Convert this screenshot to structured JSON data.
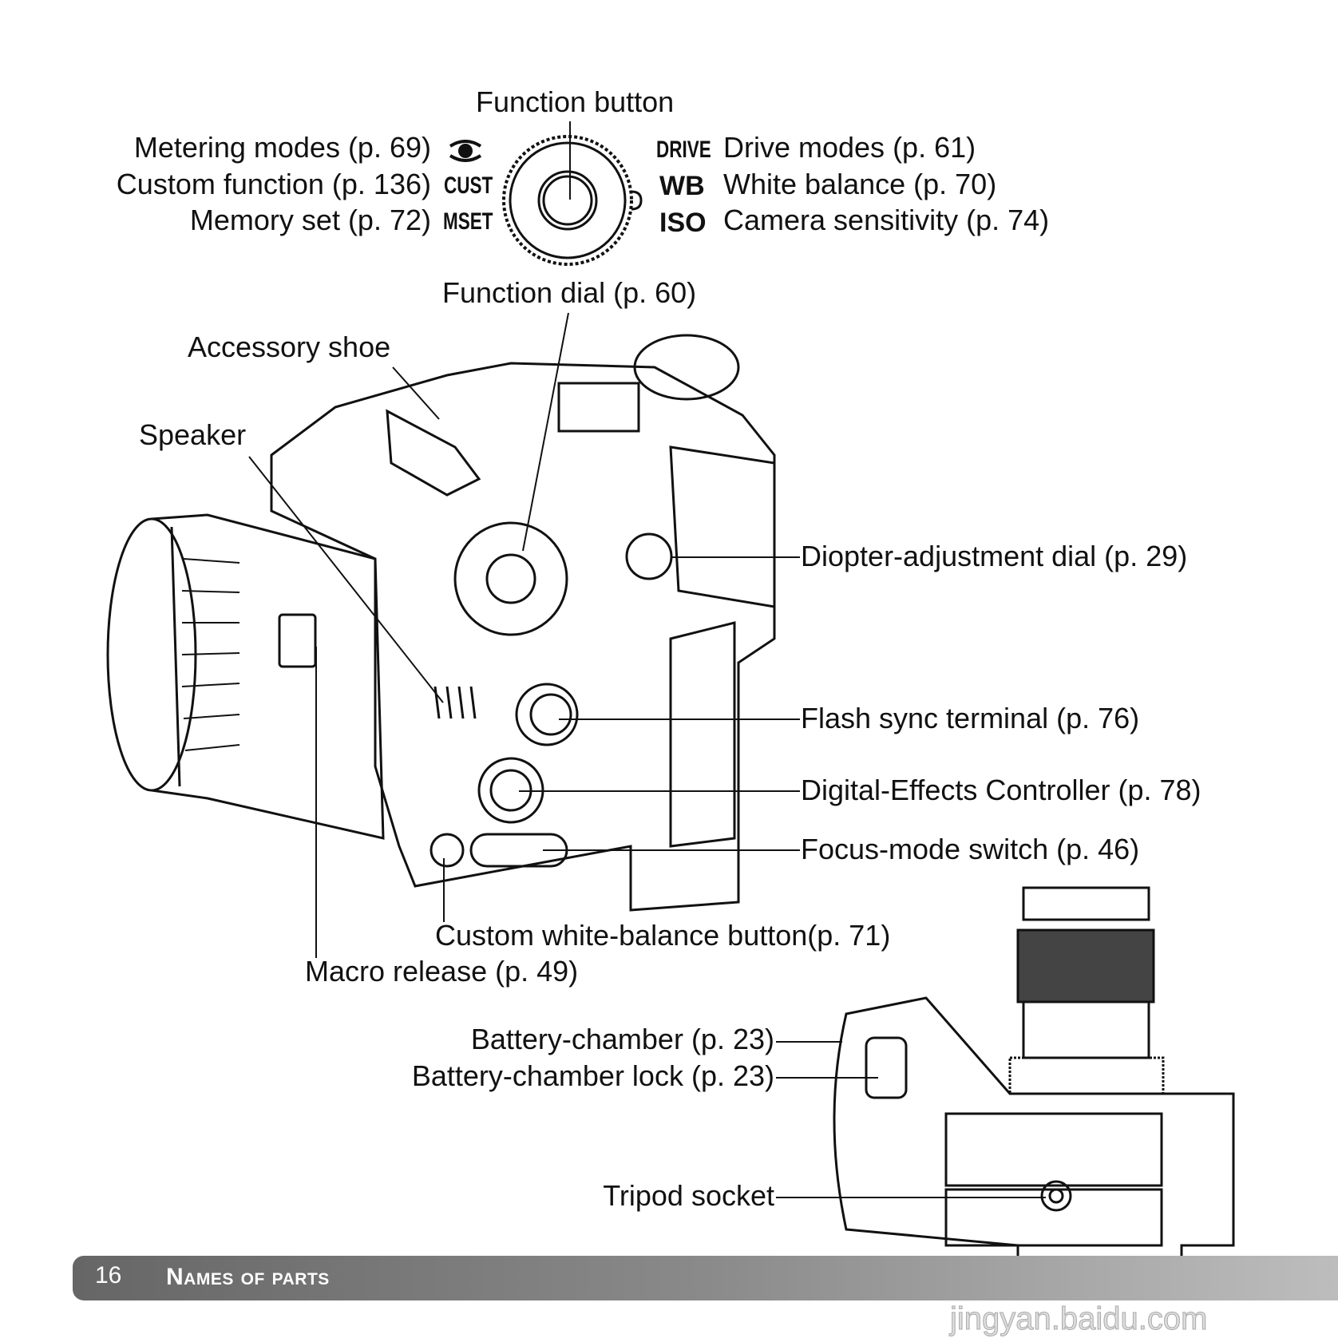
{
  "dial_top": {
    "function_button": "Function button",
    "left": [
      {
        "label": "Metering modes (p. 69)",
        "icon": "metering-icon"
      },
      {
        "label": "Custom function (p. 136)",
        "icon": "CUST"
      },
      {
        "label": "Memory set (p. 72)",
        "icon": "MSET"
      }
    ],
    "right": [
      {
        "label": "Drive modes (p. 61)",
        "icon": "DRIVE"
      },
      {
        "label": "White balance (p. 70)",
        "icon": "WB"
      },
      {
        "label": "Camera sensitivity (p. 74)",
        "icon": "ISO"
      }
    ],
    "function_dial": "Function dial (p. 60)"
  },
  "callouts": {
    "accessory_shoe": "Accessory shoe",
    "speaker": "Speaker",
    "diopter": "Diopter-adjustment dial (p. 29)",
    "flash_sync": "Flash sync terminal (p. 76)",
    "dec": "Digital-Effects Controller (p. 78)",
    "focus_switch": "Focus-mode switch (p. 46)",
    "custom_wb": "Custom white-balance button(p. 71)",
    "macro": "Macro release (p. 49)",
    "battery_chamber": "Battery-chamber (p. 23)",
    "battery_lock": "Battery-chamber lock (p. 23)",
    "tripod": "Tripod socket"
  },
  "footer": {
    "page": "16",
    "section": "Names of parts"
  },
  "watermark": "jingyan.baidu.com"
}
